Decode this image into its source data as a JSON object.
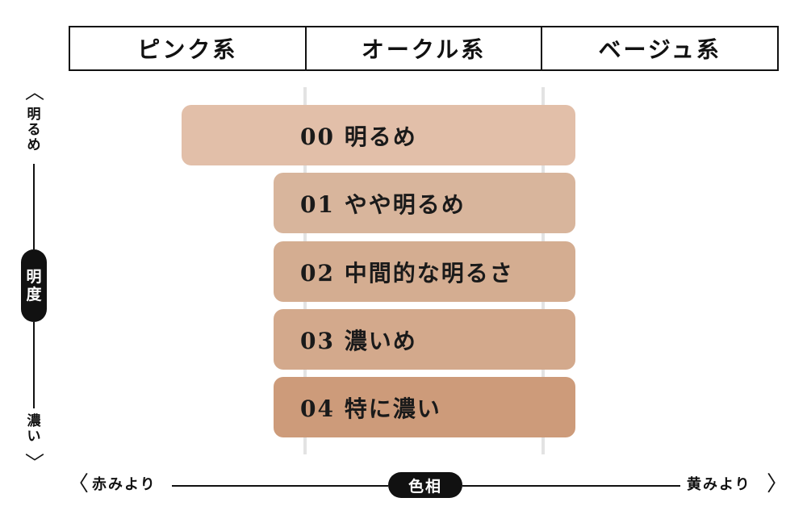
{
  "header": {
    "columns": [
      "ピンク系",
      "オークル系",
      "ベージュ系"
    ]
  },
  "shades": [
    {
      "label": "00 明るめ",
      "color": "#e2bfa9"
    },
    {
      "label": "01 やや明るめ",
      "color": "#d8b59c"
    },
    {
      "label": "02 中間的な明るさ",
      "color": "#d4ad91"
    },
    {
      "label": "03 濃いめ",
      "color": "#d3a98c"
    },
    {
      "label": "04 特に濃い",
      "color": "#cd9b7a"
    }
  ],
  "vertical_axis": {
    "name": "明度",
    "name_chars": [
      "明",
      "度"
    ],
    "top_label": "明るめ",
    "top_chars": [
      "明",
      "る",
      "め"
    ],
    "bottom_label": "濃い",
    "bottom_chars": [
      "濃",
      "い"
    ],
    "up_arrow": "︿",
    "down_arrow": "﹀"
  },
  "horizontal_axis": {
    "name": "色相",
    "left_label": "赤みより",
    "right_label": "黄みより",
    "left_arrow": "〈",
    "right_arrow": "〉"
  }
}
